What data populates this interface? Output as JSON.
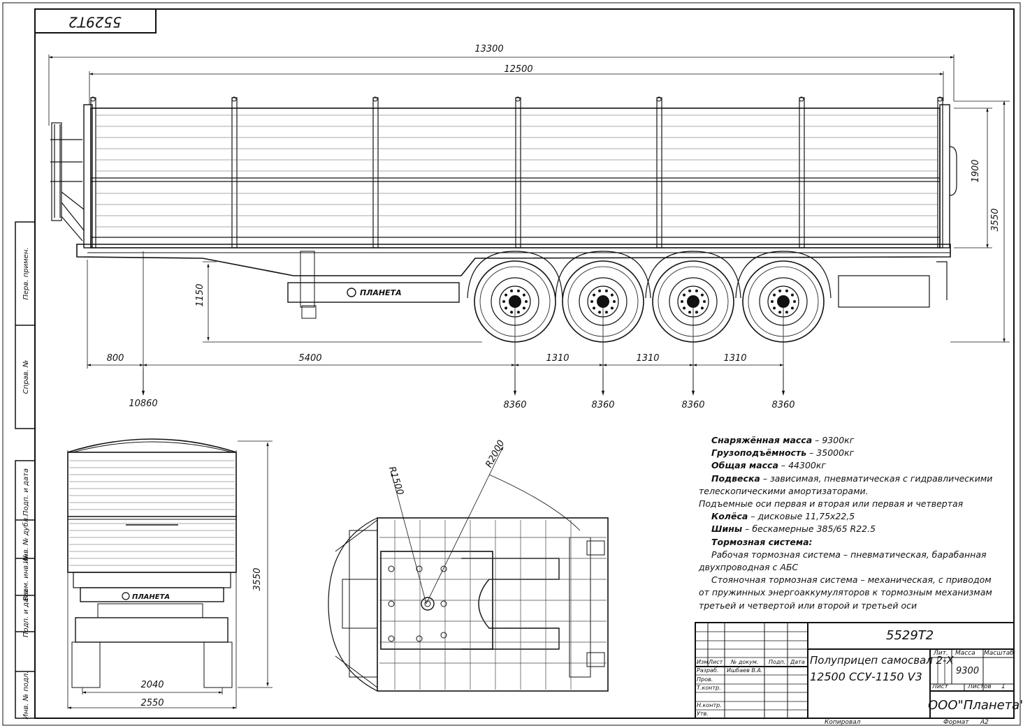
{
  "stamp_code": "5529T2",
  "model_code": "5529T2",
  "logo_text": "ПЛАНЕТА",
  "dims": {
    "overall_length": "13300",
    "body_length": "12500",
    "side_height": "1900",
    "total_height": "3550",
    "coupling_height": "1150",
    "front_overhang": "800",
    "kingpin_to_axle": "5400",
    "axle_spacing_1": "1310",
    "axle_spacing_2": "1310",
    "axle_spacing_3": "1310",
    "rear_height": "3550",
    "track_width": "2040",
    "overall_width": "2550",
    "radius_front": "R1500",
    "radius_swing": "R2000"
  },
  "loads": {
    "kingpin": "10860",
    "axle_1": "8360",
    "axle_2": "8360",
    "axle_3": "8360",
    "axle_4": "8360"
  },
  "spec": {
    "curb_mass_label": "Снаряжённая масса",
    "curb_mass_value": " – 9300кг",
    "payload_label": "Грузоподъёмность",
    "payload_value": " – 35000кг",
    "gross_label": "Общая масса",
    "gross_value": " – 44300кг",
    "suspension_label": "Подвеска",
    "suspension_value": " – зависимая, пневматическая с гидравлическими",
    "suspension_value_2": "телескопическими амортизаторами.",
    "lift_axles": "Подъемные оси первая и вторая или первая и четвертая",
    "wheels_label": "Колёса",
    "wheels_value": " – дисковые 11,75х22,5",
    "tires_label": "Шины",
    "tires_value": " – бескамерные 385/65 R22.5",
    "brakes_label": "Тормозная система:",
    "service_brake_1": "Рабочая тормозная система – пневматическая, барабанная",
    "service_brake_2": "двухпроводная с АБС",
    "parking_brake_1": "Стояночная тормозная система – механическая, с приводом",
    "parking_brake_2": "от пружинных энергоаккумуляторов к тормозным механизмам",
    "parking_brake_3": "третьей и четвертой или второй и третьей оси"
  },
  "title_block": {
    "designation": "5529T2",
    "name_line_1": "Полуприцеп самосвал 2-Х",
    "name_line_2": "12500 ССУ-1150 V3",
    "col_izm": "Изм.",
    "col_list": "Лист",
    "col_doc": "№ докум.",
    "col_sign": "Подп.",
    "col_date": "Дата",
    "razrab": "Разраб.",
    "razrab_name": "Ишбаев В.А.",
    "prov": "Пров.",
    "tkontr": "Т.контр.",
    "nkontr": "Н.контр.",
    "utv": "Утв.",
    "lit": "Лит.",
    "massa": "Масса",
    "masshtab": "Масштаб",
    "mass_value": "9300",
    "sheet_label": "Лист",
    "sheets_label": "Листов",
    "sheets_value": "1",
    "company": "ООО\"Планета\"",
    "copied": "Копировал",
    "format_label": "Формат",
    "format_value": "А2"
  },
  "margin_labels": {
    "perv_primen": "Перв. примен.",
    "sprav": "Справ. №",
    "podp_data_1": "Подп. и дата",
    "inv_dubl": "Инв. № дубл.",
    "vzam_inv": "Взам. инв. №",
    "podp_data_2": "Подп. и дата",
    "inv_podl": "Инв. № подл."
  }
}
